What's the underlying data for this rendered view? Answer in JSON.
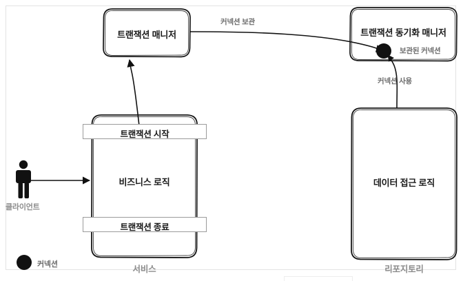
{
  "diagram": {
    "style": "hand-drawn-sketch",
    "background": "#ffffff",
    "frame_border_color": "#e3e3e3",
    "stroke_color": "#1a1a1a",
    "title_color": "#1a1a1a",
    "caption_color": "#8c8c8c",
    "edge_label_color": "#6b6b6b"
  },
  "nodes": {
    "transaction_manager": {
      "title": "트랜잭션 매니저"
    },
    "transaction_sync_manager": {
      "title": "트랜잭션 동기화 매니저"
    },
    "service": {
      "title": "비즈니스 로직",
      "caption": "서비스"
    },
    "repository": {
      "title": "데이터 접근 로직",
      "caption": "리포지토리"
    }
  },
  "bars": {
    "tx_begin": {
      "label": "트랜잭션 시작"
    },
    "tx_end": {
      "label": "트랜잭션 종료"
    }
  },
  "actor": {
    "label": "클라이언트",
    "icon": "person-icon"
  },
  "edges": [
    {
      "name": "store-connection",
      "label": "커넥션 보관"
    },
    {
      "name": "stored-connection",
      "label": "보관된 커넥션"
    },
    {
      "name": "use-connection",
      "label": "커넥션 사용"
    }
  ],
  "legend": {
    "connection": {
      "label": "커넥션",
      "marker": "filled-circle",
      "color": "#111111"
    }
  }
}
